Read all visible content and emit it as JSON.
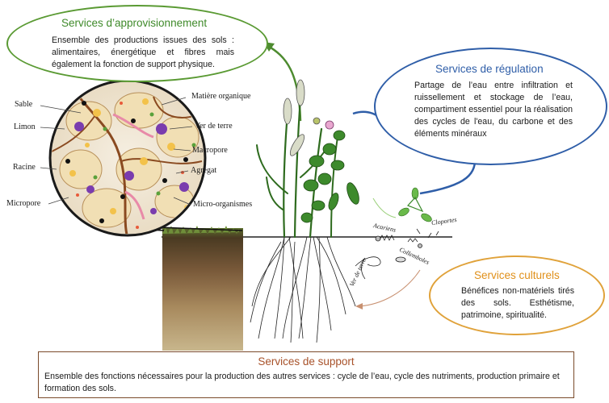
{
  "provisioning": {
    "title": "Services d’approvisionnement",
    "text": "Ensemble des productions issues des sols : alimentaires, énergétique et fibres mais également la fonction de support physique."
  },
  "regulation": {
    "title": "Services de régulation",
    "text": "Partage de l’eau entre infiltration et ruissellement et stockage de l’eau, compartiment essentiel pour la réalisation des cycles de l'eau, du carbone et des éléments minéraux"
  },
  "cultural": {
    "title": "Services culturels",
    "text": "Bénéfices non-matériels tirés des sols. Esthétisme, patrimoine, spiritualité."
  },
  "support": {
    "title": "Services de support",
    "text": "Ensemble des fonctions nécessaires pour la production des autres services : cycle de l’eau, cycle des nutriments, production primaire et formation des sols."
  },
  "soil_labels": {
    "sable": "Sable",
    "limon": "Limon",
    "racine": "Racine",
    "micropore": "Micropore",
    "matiere_organique": "Matière organique",
    "ver_de_terre": "Ver de terre",
    "macropore": "Macropore",
    "agregat": "Agrégat",
    "micro_organismes": "Micro-organismes"
  },
  "fauna_labels": {
    "ver_de_terre": "Ver de terre",
    "acariens": "Acariens",
    "collemboles": "Collemboles",
    "cloportes": "Cloportes"
  },
  "colors": {
    "provisioning": "#3f8a2a",
    "regulation": "#2f5ea8",
    "cultural": "#e0901a",
    "support": "#a8522a"
  }
}
